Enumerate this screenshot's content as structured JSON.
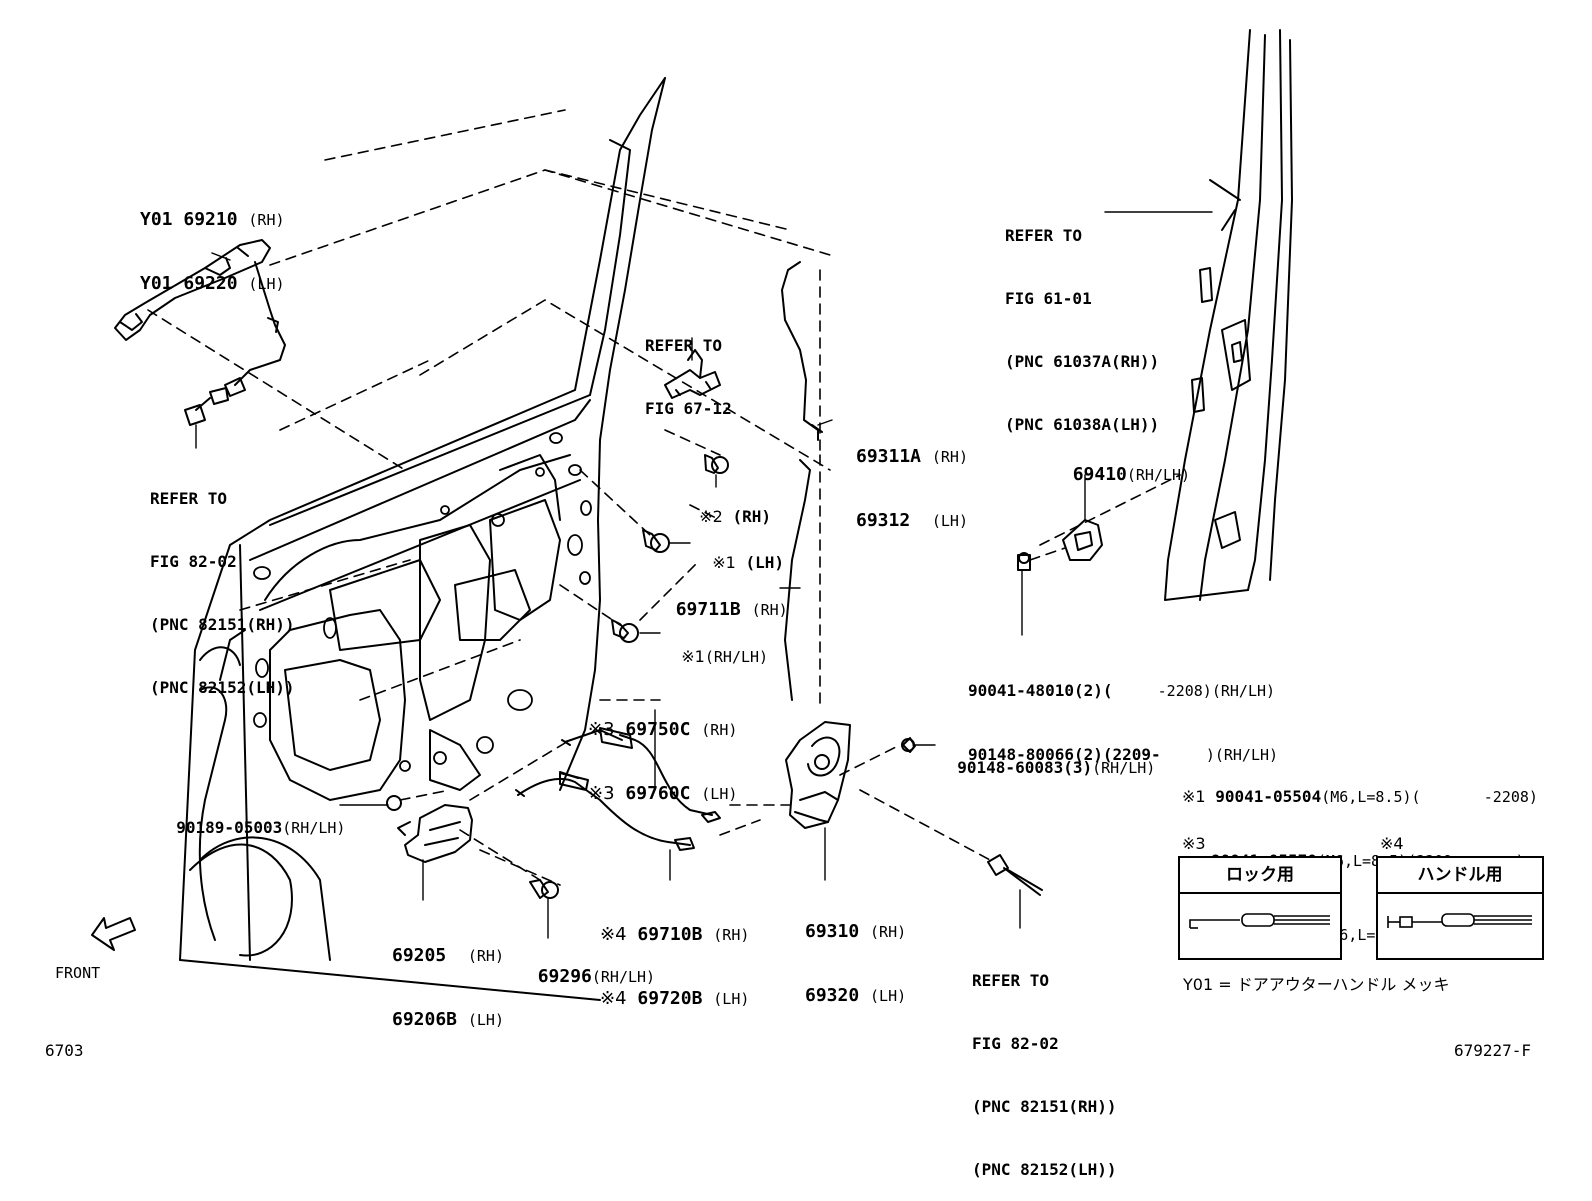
{
  "outside_handle": {
    "pre": "Y01",
    "rh": "69210",
    "lh": "69220",
    "rh_tag": "(RH)",
    "lh_tag": "(LH)"
  },
  "refer_82_top": {
    "l1": "REFER TO",
    "l2": "FIG 82-02",
    "l3": "(PNC 82151(RH))",
    "l4": "(PNC 82152(LH))"
  },
  "refer_67": {
    "l1": "REFER TO",
    "l2": "FIG 67-12"
  },
  "refer_61": {
    "l1": "REFER TO",
    "l2": "FIG 61-01",
    "l3": "(PNC 61037A(RH))",
    "l4": "(PNC 61038A(LH))"
  },
  "rod_69311": {
    "rh": "69311A",
    "lh": "69312",
    "rh_tag": "(RH)",
    "lh_tag": "(LH)"
  },
  "striker": {
    "num": "69410",
    "tag": "(RH/LH)"
  },
  "screw_x2": {
    "mark": "※2",
    "tag": "(RH)"
  },
  "screw_x1_lh": {
    "mark": "※1",
    "tag": "(LH)"
  },
  "screw_x1_rhlh": {
    "mark": "※1",
    "tag": "(RH/LH)"
  },
  "rod_69711": {
    "num": "69711B",
    "tag": "(RH)"
  },
  "striker_bolts": {
    "a": "90041-48010(2)(",
    "a2": "-2208)(RH/LH)",
    "b": "90148-80066(2)(2209-",
    "b2": ")(RH/LH)"
  },
  "cable_69750": {
    "mark": "※3",
    "rh": "69750C",
    "lh": "69760C",
    "rh_tag": "(RH)",
    "lh_tag": "(LH)"
  },
  "bolt_90148": {
    "num": "90148-60083(3)",
    "tag": "(RH/LH)"
  },
  "clip_90189": {
    "num": "90189-05003",
    "tag": "(RH/LH)"
  },
  "notes": {
    "n1_mark": "※1",
    "n1_a": "90041-05504",
    "n1_a_spec": "(M6,L=8.5)(",
    "n1_a_end": "-2208)",
    "n1_b": "90041-05570",
    "n1_b_spec": "(M6,L=8.5)(2209-",
    "n1_b_end": ")",
    "n2_mark": "※2",
    "n2": "90041-05548",
    "n2_spec": "(M6,L=14)"
  },
  "cable_69710": {
    "mark": "※4",
    "rh": "69710B",
    "lh": "69720B",
    "rh_tag": "(RH)",
    "lh_tag": "(LH)"
  },
  "lock_69310": {
    "rh": "69310",
    "lh": "69320",
    "rh_tag": "(RH)",
    "lh_tag": "(LH)"
  },
  "inside_handle": {
    "rh": "69205",
    "lh": "69206B",
    "rh_tag": "(RH)",
    "lh_tag": "(LH)"
  },
  "screw_69296": {
    "num": "69296",
    "tag": "(RH/LH)"
  },
  "refer_82_bottom": {
    "l1": "REFER TO",
    "l2": "FIG 82-02",
    "l3": "(PNC 82151(RH))",
    "l4": "(PNC 82152(LH))"
  },
  "box3": {
    "mark": "※3",
    "title": "ロック用"
  },
  "box4": {
    "mark": "※4",
    "title": "ハンドル用"
  },
  "legend": "Y01 = ドアアウターハンドル メッキ",
  "front": "FRONT",
  "page_left": "6703",
  "page_right": "679227-F"
}
